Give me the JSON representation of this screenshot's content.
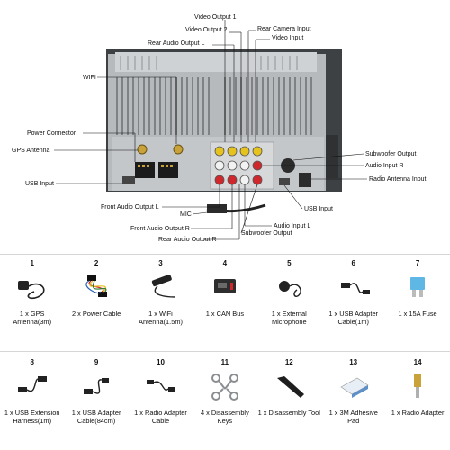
{
  "diagram": {
    "labels": {
      "video_output_1": "Video Output 1",
      "video_output_2": "Video Output 2",
      "rear_audio_output_l": "Rear Audio Output L",
      "rear_camera_input": "Rear Camera Input",
      "video_input": "Video Input",
      "wifi": "WIFI",
      "power_connector": "Power Connector",
      "gps_antenna": "GPS Antenna",
      "usb_input_left": "USB Input",
      "subwoofer_output_right": "Subwoofer Output",
      "audio_input_r": "Audio Input R",
      "radio_antenna_input": "Radio Antenna Input",
      "front_audio_output_l": "Front Audio Output L",
      "mic": "MIC",
      "usb_input_right": "USB Input",
      "front_audio_output_r": "Front Audio Output R",
      "audio_input_l": "Audio Input L",
      "rear_audio_output_r": "Rear Audio Output R",
      "subwoofer_output_bottom": "Subwoofer Output"
    }
  },
  "accessories": [
    {
      "num": "1",
      "name": "1 x GPS Antenna(3m)",
      "icon": "gps-antenna-icon"
    },
    {
      "num": "2",
      "name": "2 x Power Cable",
      "icon": "power-cable-icon"
    },
    {
      "num": "3",
      "name": "1 x WiFi Antenna(1.5m)",
      "icon": "wifi-antenna-icon"
    },
    {
      "num": "4",
      "name": "1 x CAN Bus",
      "icon": "can-bus-icon"
    },
    {
      "num": "5",
      "name": "1 x External Microphone",
      "icon": "microphone-icon"
    },
    {
      "num": "6",
      "name": "1 x USB Adapter Cable(1m)",
      "icon": "usb-adapter-cable-icon"
    },
    {
      "num": "7",
      "name": "1 x 15A Fuse",
      "icon": "fuse-icon"
    },
    {
      "num": "8",
      "name": "1 x USB Extension Harness(1m)",
      "icon": "usb-extension-icon"
    },
    {
      "num": "9",
      "name": "1 x USB Adapter Cable(84cm)",
      "icon": "usb-cable-84-icon"
    },
    {
      "num": "10",
      "name": "1 x Radio Adapter Cable",
      "icon": "radio-adapter-cable-icon"
    },
    {
      "num": "11",
      "name": "4 x Disassembly Keys",
      "icon": "disassembly-keys-icon"
    },
    {
      "num": "12",
      "name": "1 x Disassembly Tool",
      "icon": "disassembly-tool-icon"
    },
    {
      "num": "13",
      "name": "1 x 3M Adhesive Pad",
      "icon": "adhesive-pad-icon"
    },
    {
      "num": "14",
      "name": "1 x Radio Adapter",
      "icon": "radio-adapter-icon"
    }
  ],
  "colors": {
    "chassis": "#b9bcbf",
    "chassis_dark": "#5d6063",
    "rca_red": "#d0272d",
    "rca_yellow": "#e6c21e",
    "rca_white": "#f2f2f2",
    "connector_gold": "#c9a23a",
    "fuse_blue": "#5fb7e6"
  }
}
